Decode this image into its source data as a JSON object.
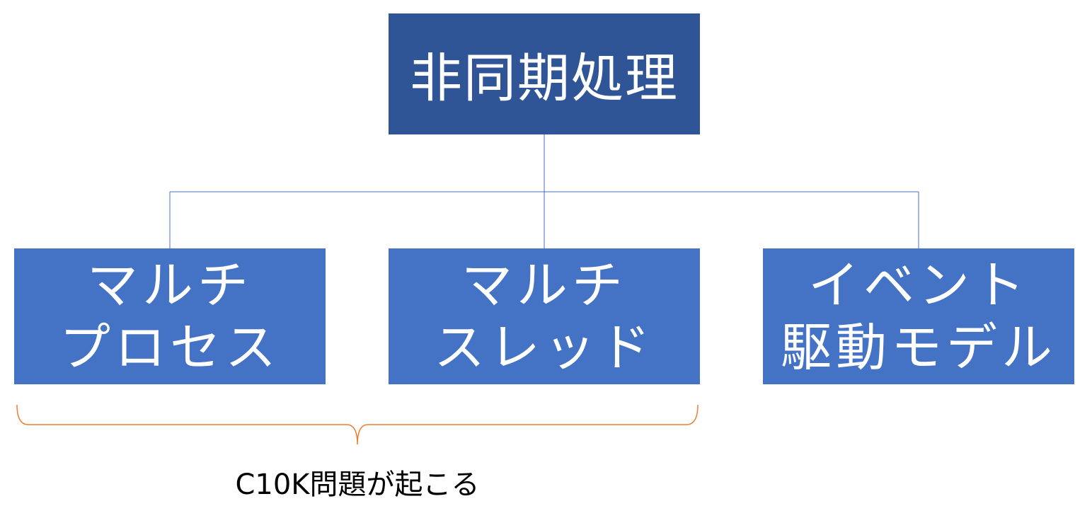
{
  "diagram": {
    "root": {
      "label": "非同期処理"
    },
    "children": [
      {
        "lines": [
          "マルチ",
          "プロセス"
        ]
      },
      {
        "lines": [
          "マルチ",
          "スレッド"
        ]
      },
      {
        "lines": [
          "イベント",
          "駆動モデル"
        ]
      }
    ],
    "brace_annotation": {
      "label": "C10K問題が起こる"
    }
  },
  "colors": {
    "root_fill": "#2f5597",
    "child_fill": "#4472c4",
    "connector": "#4472c4",
    "brace": "#ed7d31",
    "text_light": "#ffffff",
    "text_dark": "#000000"
  }
}
